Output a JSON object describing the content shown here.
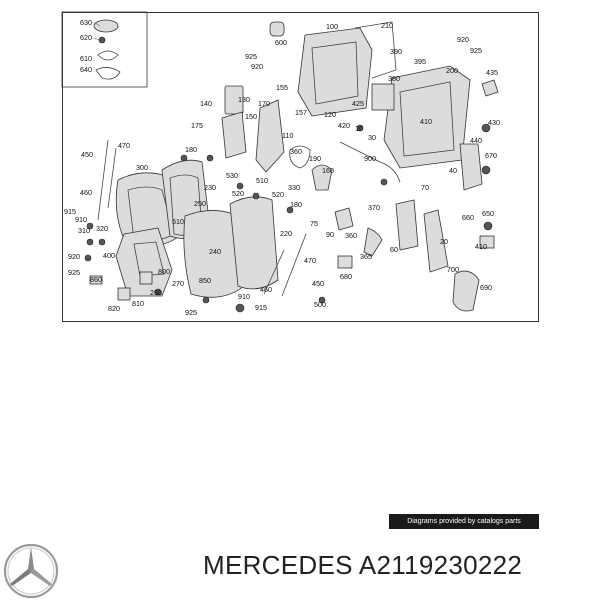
{
  "diagram": {
    "labels": [
      "630",
      "620",
      "610",
      "640",
      "100",
      "210",
      "600",
      "920",
      "925",
      "390",
      "395",
      "200",
      "435",
      "925",
      "920",
      "140",
      "130",
      "170",
      "155",
      "157",
      "120",
      "420",
      "425",
      "380",
      "410",
      "430",
      "440",
      "180",
      "175",
      "150",
      "110",
      "10",
      "30",
      "900",
      "450",
      "470",
      "360",
      "190",
      "160",
      "300",
      "310",
      "520",
      "530",
      "670",
      "230",
      "510",
      "460",
      "915",
      "910",
      "250",
      "510",
      "330",
      "520",
      "180",
      "370",
      "70",
      "60",
      "650",
      "660",
      "40",
      "320",
      "920",
      "925",
      "240",
      "220",
      "90",
      "75",
      "360",
      "20",
      "410",
      "400",
      "800",
      "860",
      "810",
      "820",
      "260",
      "270",
      "850",
      "910",
      "460",
      "470",
      "450",
      "500",
      "365",
      "680",
      "700",
      "690",
      "925",
      "915"
    ]
  },
  "credit": {
    "text": "Diagrams provided by catalogs parts"
  },
  "title": {
    "text": "MERCEDES A2119230222"
  },
  "icons": {
    "logo": "mercedes-star-icon"
  }
}
